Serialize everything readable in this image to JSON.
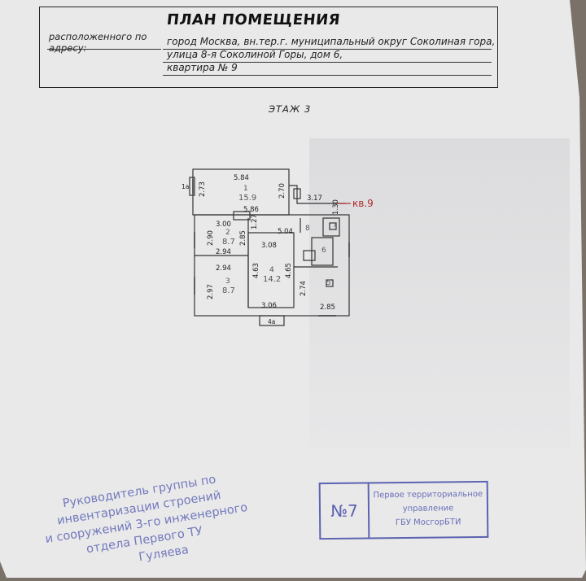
{
  "header": {
    "title": "ПЛАН ПОМЕЩЕНИЯ",
    "address_label": "расположенного по адресу:",
    "address_lines": [
      "город Москва, вн.тер.г. муниципальный округ Соколиная гора,",
      "улица 8-я Соколиной Горы, дом 6,",
      "квартира № 9"
    ]
  },
  "floor_label": "ЭТАЖ 3",
  "plan": {
    "apartment_label": "кв.9",
    "rooms": [
      {
        "number": "1",
        "area": "15.9",
        "dims": [
          "5.84",
          "2.73",
          "2.70",
          "5.86"
        ]
      },
      {
        "number": "2",
        "area": "8.7",
        "dims": [
          "3.00",
          "2.90",
          "2.85",
          "2.94"
        ]
      },
      {
        "number": "3",
        "area": "8.7",
        "dims": [
          "2.94",
          "2.97"
        ]
      },
      {
        "number": "4",
        "area": "14.2",
        "dims": [
          "3.08",
          "4.63",
          "4.65",
          "3.06"
        ]
      },
      {
        "number": "5",
        "dims": [
          "2.74",
          "2.85"
        ]
      },
      {
        "number": "6"
      },
      {
        "number": "7"
      },
      {
        "number": "8",
        "dims": [
          "5.04",
          "1.27"
        ]
      }
    ],
    "extra_dims": [
      "3.17",
      "1.30"
    ],
    "balcony_labels": [
      "1а",
      "4а"
    ]
  },
  "stamp": {
    "number": "№7",
    "lines": [
      "Первое территориальное",
      "управление",
      "ГБУ МосгорБТИ"
    ]
  },
  "signature_stamp": {
    "lines": [
      "Руководитель группы по",
      "инвентаризации строений",
      "и сооружений 3-го инженерного",
      "отдела Первого ТУ",
      "Гуляева"
    ]
  },
  "colors": {
    "paper": "#e9e9ea",
    "ink": "#222222",
    "stamp_blue": "#5c63b0",
    "apartment_red": "#b02a2a"
  }
}
